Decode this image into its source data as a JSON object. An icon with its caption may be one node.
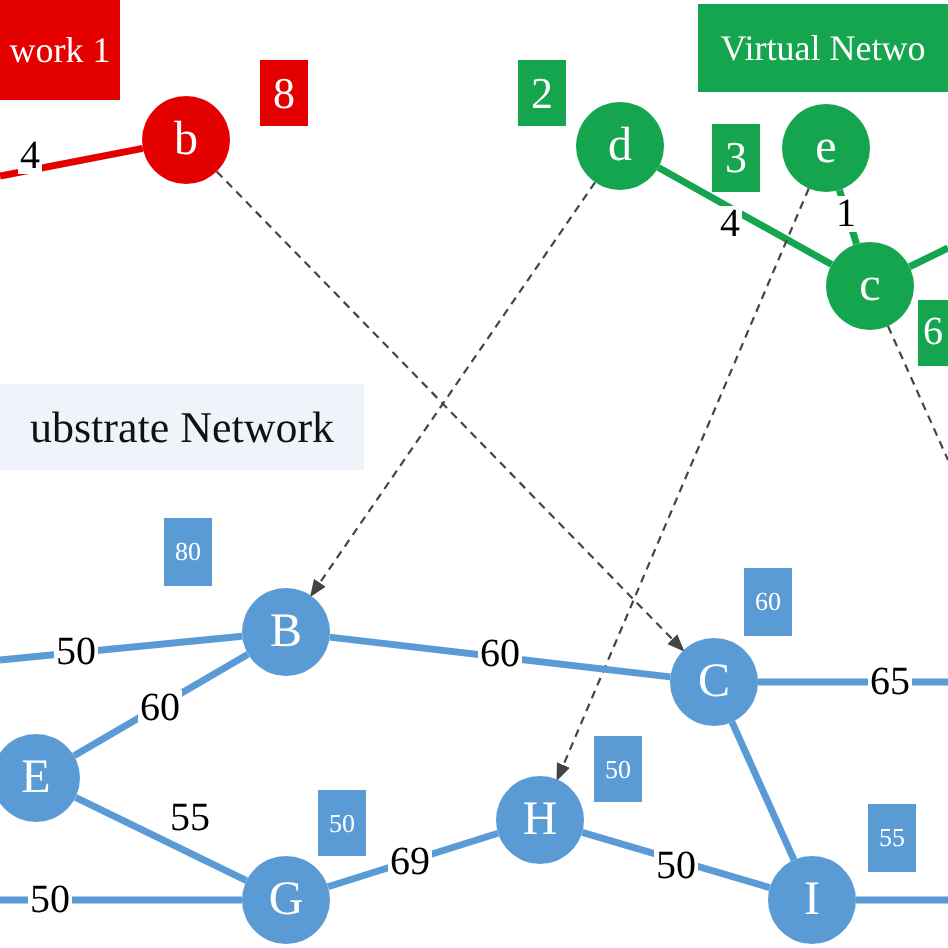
{
  "diagram": {
    "nodes": [
      {
        "text": [
          "work 1"
        ]
      },
      {
        "text": [
          "b"
        ]
      },
      {
        "text": [
          "8"
        ]
      },
      {
        "text": [
          "Virtual Netwo"
        ]
      },
      {
        "text": [
          "2"
        ]
      },
      {
        "text": [
          "d"
        ]
      },
      {
        "text": [
          "3"
        ]
      },
      {
        "text": [
          "e"
        ]
      },
      {
        "text": [
          "c"
        ]
      },
      {
        "text": [
          "6"
        ]
      },
      {
        "text": [
          "ubstrate Network"
        ]
      },
      {
        "text": [
          "80"
        ]
      },
      {
        "text": [
          "B"
        ]
      },
      {
        "text": [
          "E"
        ]
      },
      {
        "text": [
          "50"
        ]
      },
      {
        "text": [
          "G"
        ]
      },
      {
        "text": [
          "60"
        ]
      },
      {
        "text": [
          "C"
        ]
      },
      {
        "text": [
          "50"
        ]
      },
      {
        "text": [
          "H"
        ]
      },
      {
        "text": [
          "55"
        ]
      },
      {
        "text": [
          "I"
        ]
      }
    ],
    "edges": [
      {
        "from": null,
        "to": 1,
        "arrow": "none",
        "label": "4",
        "color": "#e50000"
      },
      {
        "from": 5,
        "to": 8,
        "arrow": "none",
        "label": "4",
        "color": "#14a54e"
      },
      {
        "from": 7,
        "to": 8,
        "arrow": "none",
        "label": "1",
        "color": "#14a54e"
      },
      {
        "from": 8,
        "to": null,
        "arrow": "none",
        "color": "#14a54e"
      },
      {
        "from": 1,
        "to": 17,
        "arrow": "to",
        "style": "dashed",
        "color": "#444444"
      },
      {
        "from": 5,
        "to": 12,
        "arrow": "to",
        "style": "dashed",
        "color": "#444444"
      },
      {
        "from": 7,
        "to": 19,
        "arrow": "to",
        "style": "dashed",
        "color": "#444444"
      },
      {
        "from": 8,
        "to": null,
        "arrow": "none",
        "style": "dashed",
        "color": "#444444"
      },
      {
        "from": null,
        "to": 12,
        "arrow": "none",
        "label": "50"
      },
      {
        "from": 12,
        "to": 17,
        "arrow": "none",
        "label": "60"
      },
      {
        "from": 13,
        "to": 12,
        "arrow": "none",
        "label": "60"
      },
      {
        "from": 13,
        "to": 15,
        "arrow": "none",
        "label": "55"
      },
      {
        "from": null,
        "to": 15,
        "arrow": "none",
        "label": "50"
      },
      {
        "from": 15,
        "to": 19,
        "arrow": "none",
        "label": "69"
      },
      {
        "from": 19,
        "to": 21,
        "arrow": "none",
        "label": "50"
      },
      {
        "from": 17,
        "to": 21,
        "arrow": "none"
      },
      {
        "from": 17,
        "to": null,
        "arrow": "none",
        "label": "65"
      },
      {
        "from": 21,
        "to": null,
        "arrow": "none"
      }
    ]
  }
}
